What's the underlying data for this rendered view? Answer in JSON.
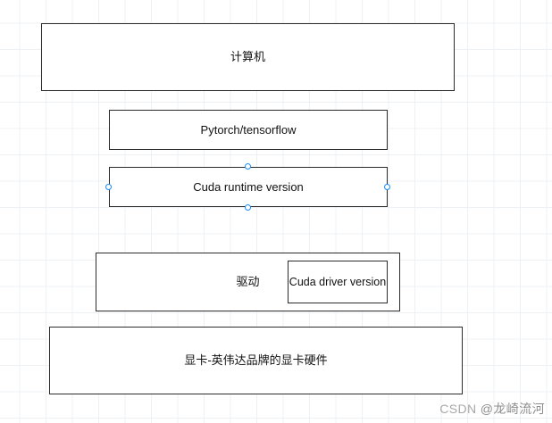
{
  "diagram": {
    "type": "block-diagram",
    "boxes": [
      {
        "id": "computer",
        "label": "计算机"
      },
      {
        "id": "framework",
        "label": "Pytorch/tensorflow"
      },
      {
        "id": "cuda_runtime",
        "label": "Cuda runtime version",
        "selected": true
      },
      {
        "id": "driver",
        "label": "驱动"
      },
      {
        "id": "cuda_driver",
        "label": "Cuda driver version"
      },
      {
        "id": "gpu",
        "label": "显卡-英伟达品牌的显卡硬件"
      }
    ],
    "selection_handles": [
      "left",
      "right",
      "top",
      "bottom"
    ],
    "colors": {
      "border": "#2b2b2b",
      "grid": "#eef1f4",
      "handle_accent": "#1a8cff",
      "watermark": "#8d8d8d"
    }
  },
  "watermark": {
    "prefix": "CSDN ",
    "text": "@龙崎流河"
  }
}
